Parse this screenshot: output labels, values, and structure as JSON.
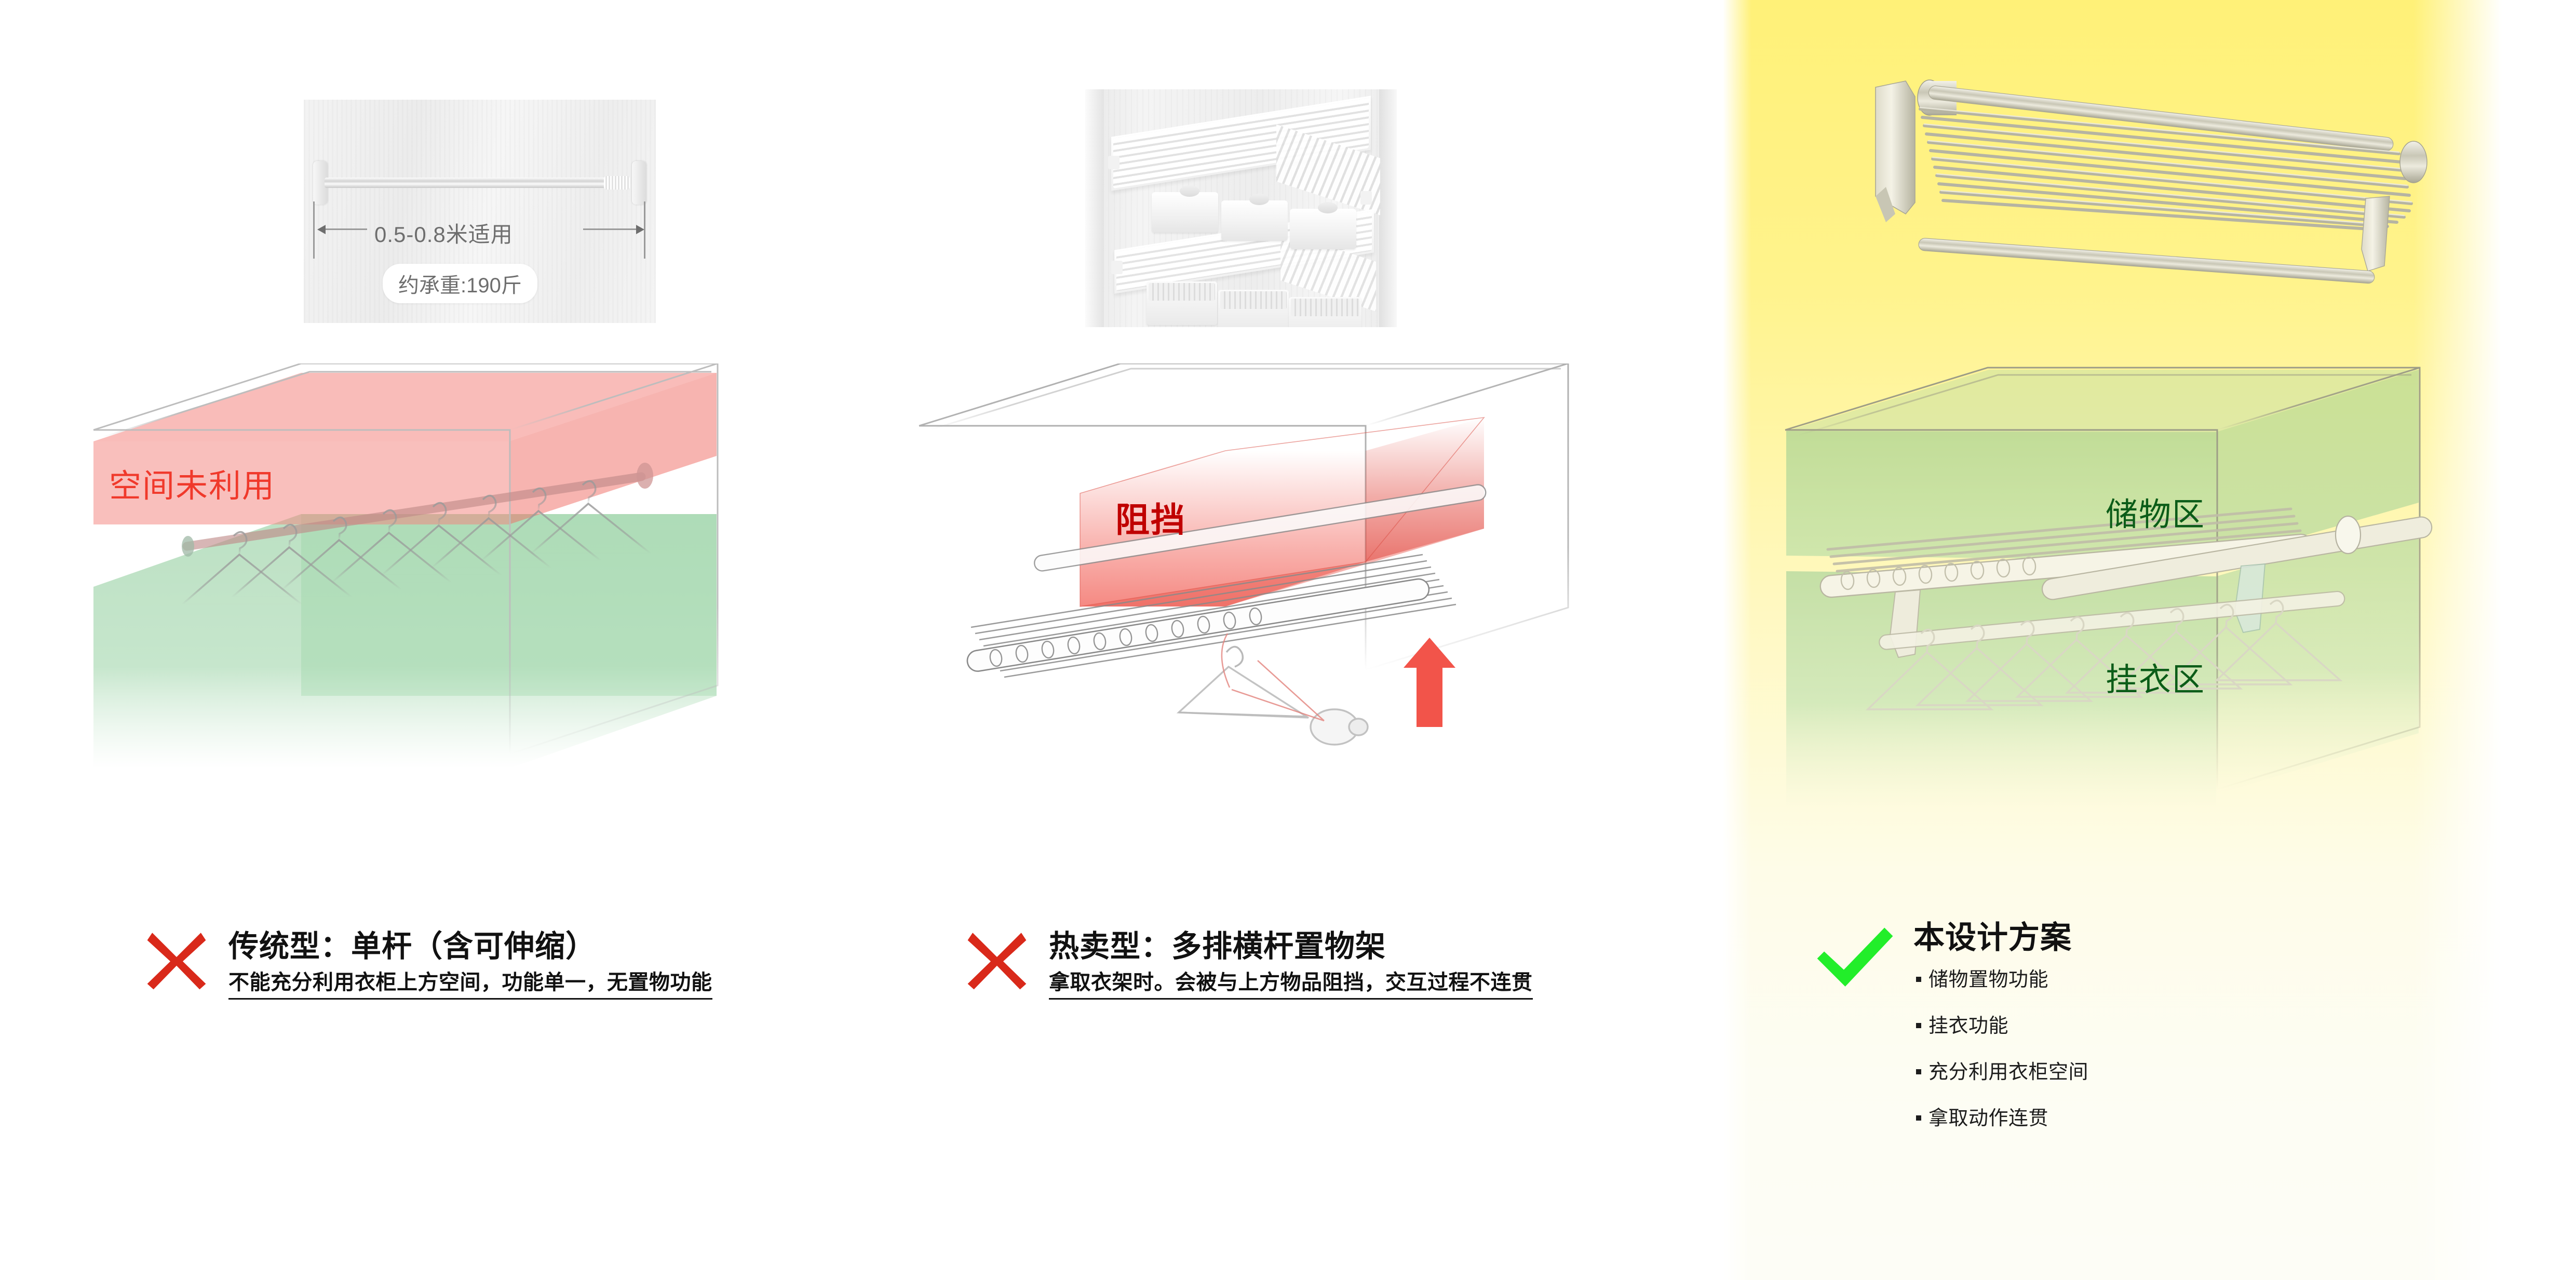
{
  "page": {
    "background": "#ffffff",
    "highlight_panel_color": "#fff278"
  },
  "columns": [
    {
      "id": "traditional",
      "photo": {
        "type": "product-photo",
        "name": "telescopic-rod-photo",
        "dimension_label": "0.5-0.8米适用",
        "capacity_label": "约承重:190斤"
      },
      "diagram": {
        "name": "wardrobe-wireframe-single-rod",
        "zone_labels": [
          {
            "text": "空间未利用",
            "color": "#f0392b",
            "zone": "unused-space"
          }
        ],
        "highlight_colors": {
          "bad": "#f26c64",
          "good": "#8fcf9a"
        }
      },
      "caption": {
        "mark": "x",
        "mark_color": "#d9291a",
        "title": "传统型：单杆（含可伸缩）",
        "subtitle": "不能充分利用衣柜上方空间，功能单一，无置物功能"
      }
    },
    {
      "id": "hot-selling",
      "photo": {
        "type": "product-photo",
        "name": "multi-rod-shelf-photo",
        "dimension_label": "",
        "capacity_label": ""
      },
      "diagram": {
        "name": "wardrobe-wireframe-multi-rod-shelf",
        "zone_labels": [
          {
            "text": "阻挡",
            "color": "#c00000",
            "zone": "blocked"
          }
        ],
        "arrow": {
          "name": "up-arrow",
          "color": "#f2544a",
          "direction": "up"
        }
      },
      "caption": {
        "mark": "x",
        "mark_color": "#d9291a",
        "title": "热卖型：多排横杆置物架",
        "subtitle": "拿取衣架时。会被与上方物品阻挡，交互过程不连贯"
      }
    },
    {
      "id": "this-design",
      "photo": {
        "type": "product-render",
        "name": "design-render",
        "background": "#fff278"
      },
      "diagram": {
        "name": "wardrobe-wireframe-design",
        "zone_labels": [
          {
            "text": "储物区",
            "color": "#0b5c18",
            "zone": "storage"
          },
          {
            "text": "挂衣区",
            "color": "#0b5c18",
            "zone": "hanging"
          }
        ],
        "highlight_colors": {
          "good": "#8fcf9a"
        }
      },
      "caption": {
        "mark": "check",
        "mark_color": "#22ee2a",
        "title": "本设计方案",
        "bullets": [
          "储物置物功能",
          "挂衣功能",
          "充分利用衣柜空间",
          "拿取动作连贯"
        ]
      }
    }
  ]
}
